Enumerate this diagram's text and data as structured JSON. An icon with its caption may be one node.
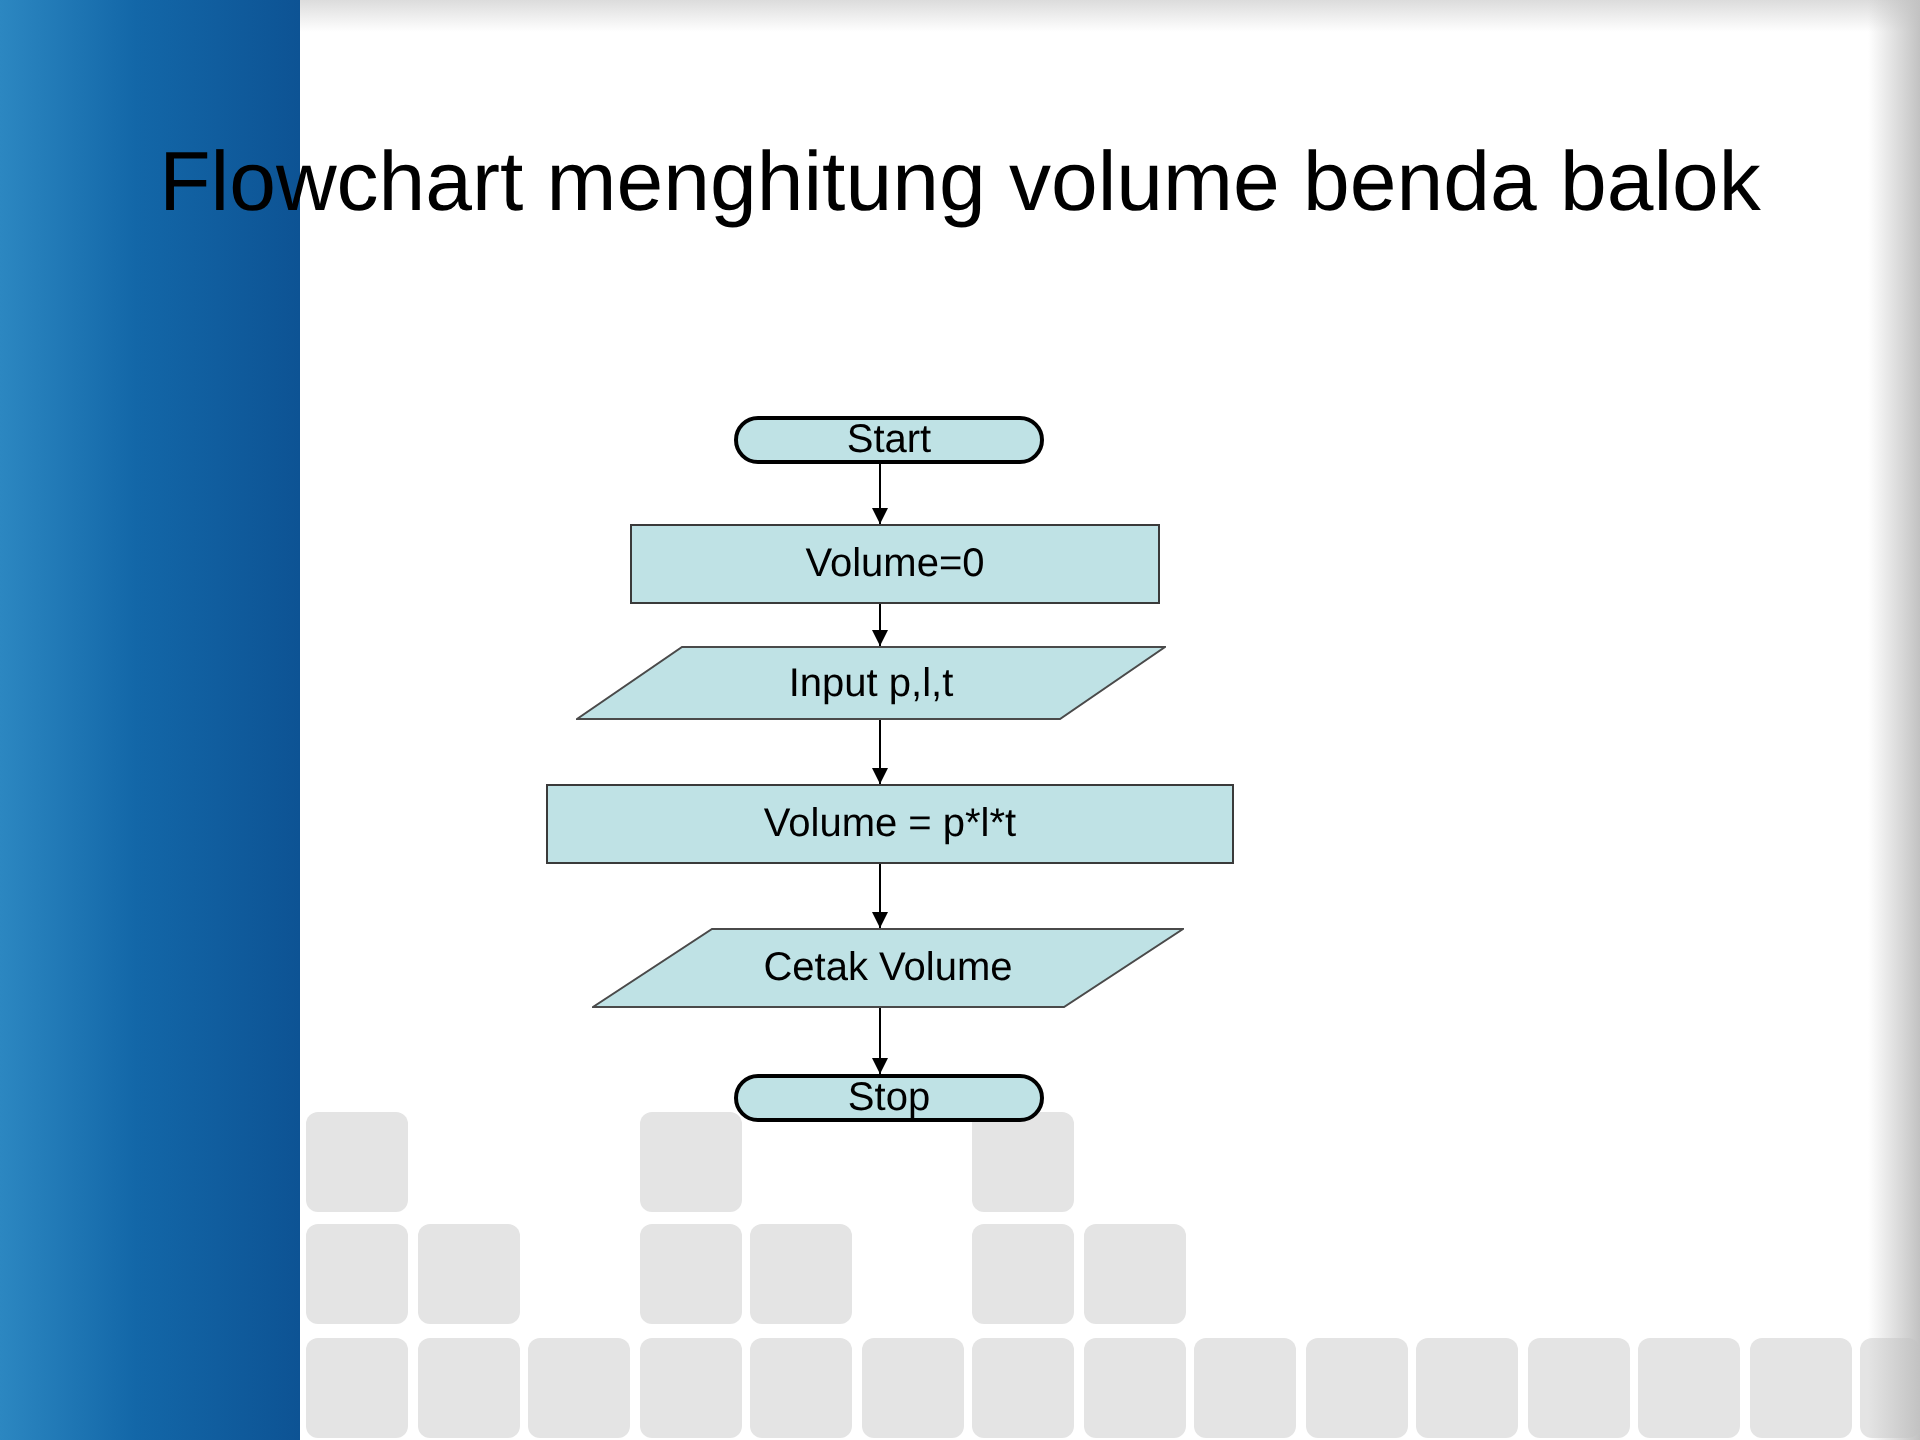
{
  "diagram": {
    "title": "Flowchart menghitung volume benda balok",
    "nodes": [
      {
        "text": [
          "Start"
        ]
      },
      {
        "text": [
          "Volume=0"
        ]
      },
      {
        "text": [
          "Input p,l,t"
        ]
      },
      {
        "text": [
          "Volume = p*l*t"
        ]
      },
      {
        "text": [
          "Cetak Volume"
        ]
      },
      {
        "text": [
          "Stop"
        ]
      }
    ],
    "edges": [
      {
        "from": 0,
        "to": 1,
        "arrow": "to"
      },
      {
        "from": 1,
        "to": 2,
        "arrow": "to"
      },
      {
        "from": 2,
        "to": 3,
        "arrow": "to"
      },
      {
        "from": 3,
        "to": 4,
        "arrow": "to"
      },
      {
        "from": 4,
        "to": 5,
        "arrow": "to"
      }
    ]
  }
}
